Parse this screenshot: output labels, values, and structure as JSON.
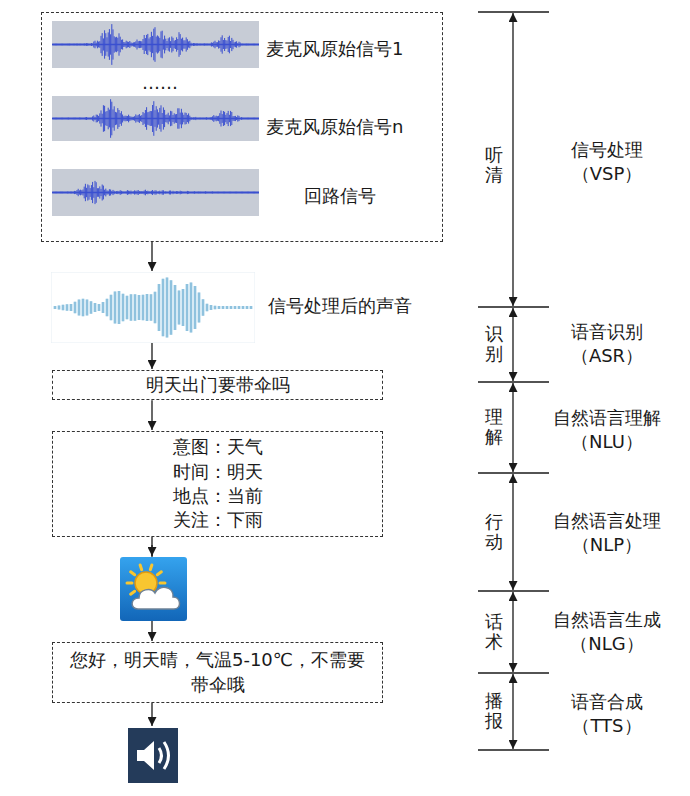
{
  "diagram": {
    "nodes": [
      {
        "text": [
          "麦克风原始信号1",
          "……",
          "麦克风原始信号n",
          "回路信号"
        ]
      },
      {
        "text": [
          "信号处理后的声音"
        ]
      },
      {
        "text": [
          "明天出门要带伞吗"
        ]
      },
      {
        "text": [
          "意图：天气",
          "时间：明天",
          "地点：当前",
          "关注：下雨"
        ]
      },
      {
        "text": [
          "您好，明天晴，气温5-10℃，不需要带伞哦"
        ]
      }
    ],
    "edges": [
      {
        "from": 0,
        "to": 1,
        "arrow": "to"
      },
      {
        "from": 1,
        "to": 2,
        "arrow": "to"
      },
      {
        "from": 2,
        "to": 3,
        "arrow": "to"
      },
      {
        "from": 3,
        "to": 4,
        "arrow": "to"
      }
    ],
    "labels": [
      "听清",
      "信号处理 （VSP）",
      "识别",
      "语音识别 （ASR）",
      "理解",
      "自然语言理解 （NLU）",
      "行动",
      "自然语言处理 （NLP）",
      "话术",
      "自然语言生成 （NLG）",
      "播报",
      "语音合成 （TTS）"
    ]
  }
}
